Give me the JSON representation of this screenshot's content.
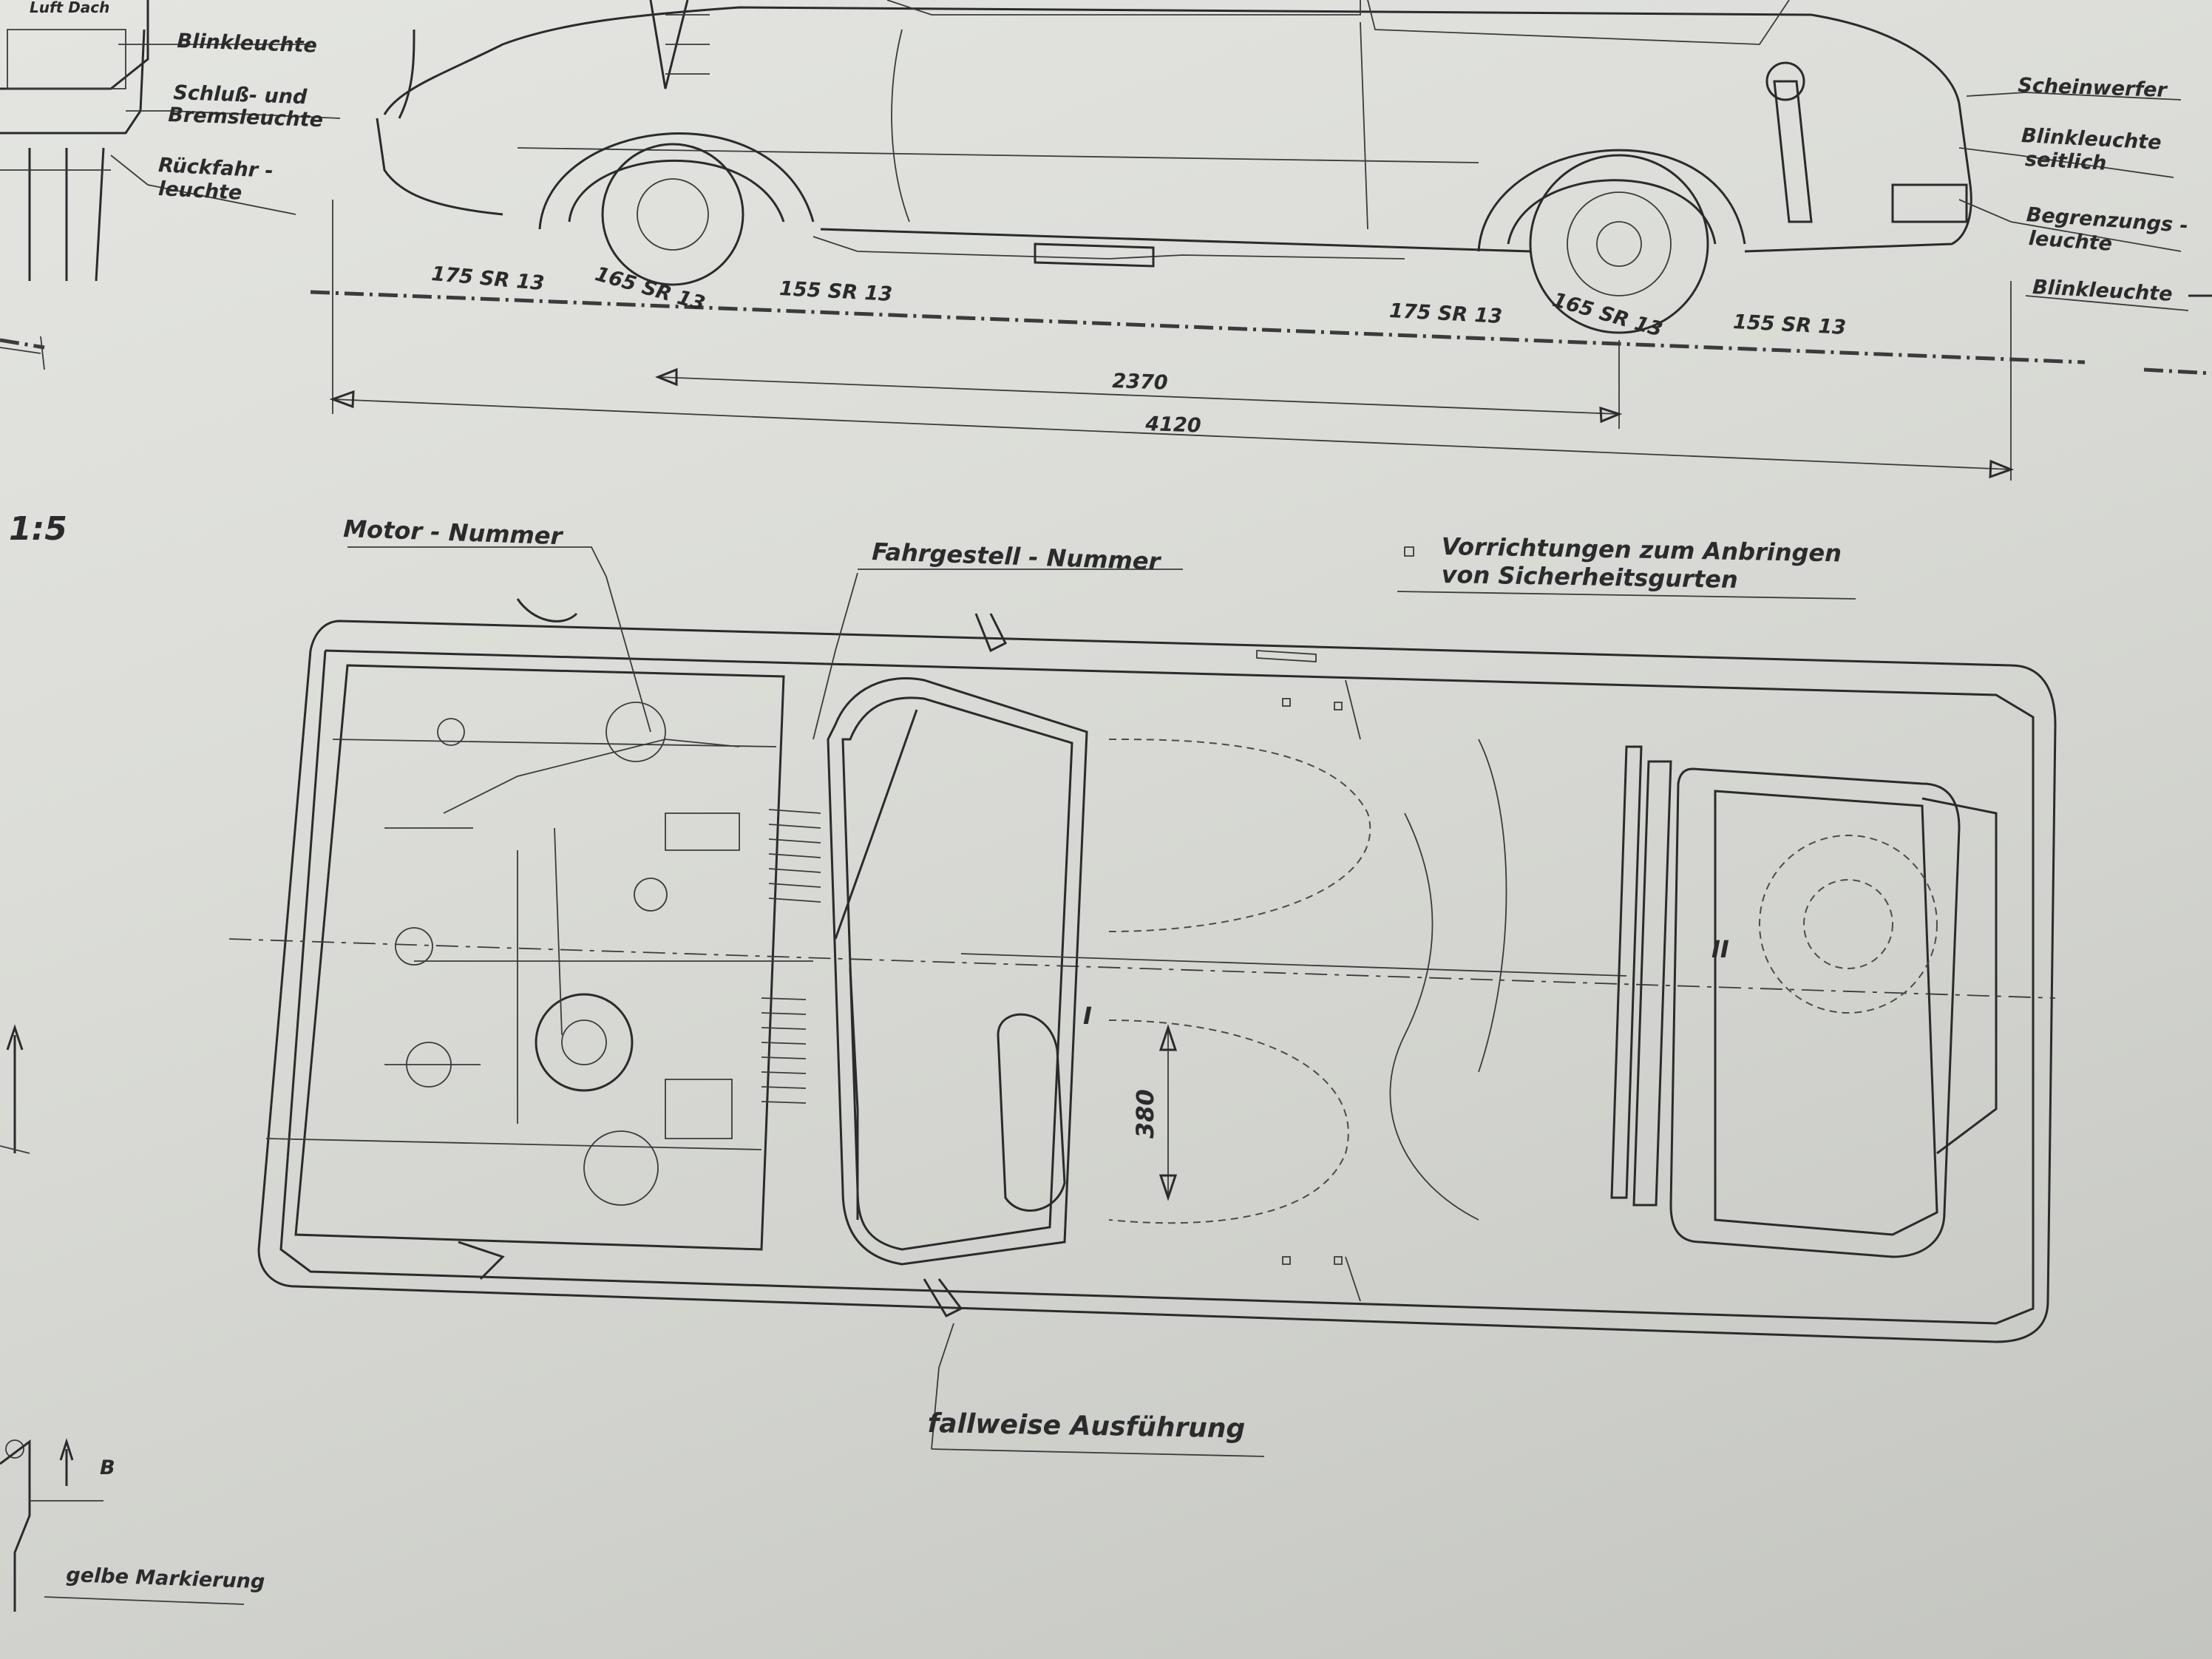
{
  "side_view": {
    "rear_callouts": [
      "Blinkleuchte",
      "Schluß- und",
      "Bremsleuchte",
      "Rückfahr -",
      "leuchte"
    ],
    "tiny_note": "Luft Dach",
    "front_callouts": [
      "Scheinwerfer",
      "Blinkleuchte",
      "seitlich",
      "Begrenzungs -",
      "leuchte",
      "Blinkleuchte"
    ],
    "tyres": {
      "rear_left": "175 SR 13",
      "rear_mid": "165 SR 13",
      "rear_right": "155 SR 13",
      "front_left": "175 SR 13",
      "front_mid": "165 SR 13",
      "front_right": "155 SR 13"
    },
    "dimensions": {
      "wheelbase": "2370",
      "overall_length": "4120"
    }
  },
  "scale": "1:5",
  "top_view": {
    "engine_number": "Motor - Nummer",
    "chassis_number": "Fahrgestell - Nummer",
    "seatbelt_note": [
      "Vorrichtungen  zum  Anbringen",
      "von  Sicherheitsgurten"
    ],
    "optional_note": "fallweise  Ausführung",
    "dimension_380": "380",
    "marker_I": "I",
    "marker_II": "II"
  },
  "bottom_left": {
    "label_b": "B",
    "yellow_marking": "gelbe Markierung"
  }
}
